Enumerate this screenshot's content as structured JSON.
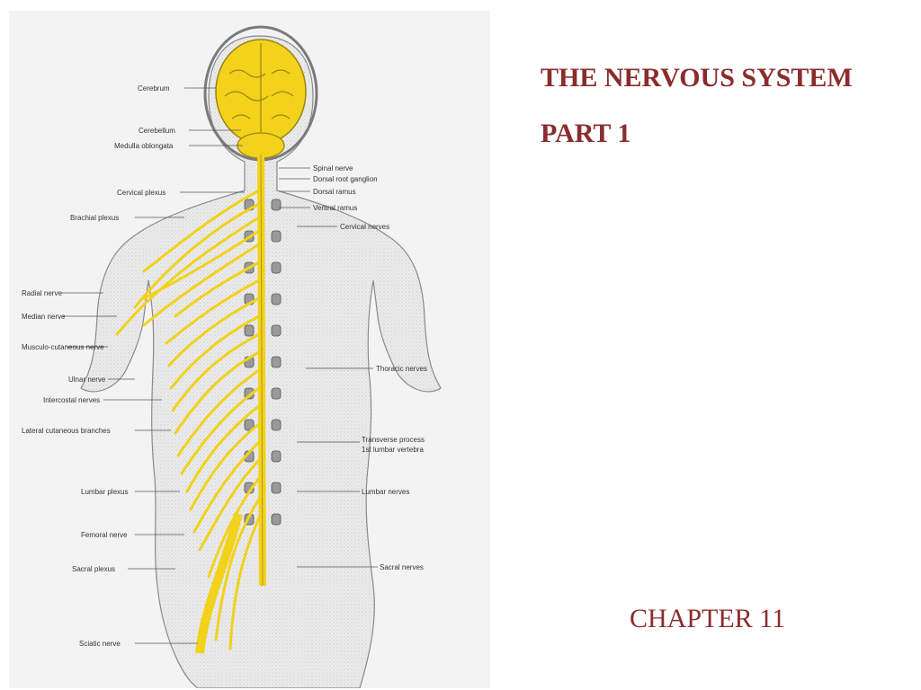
{
  "slide": {
    "title_line1": "THE NERVOUS SYSTEM",
    "title_line2": "PART 1",
    "chapter": "CHAPTER 11"
  },
  "figure": {
    "left_labels": [
      "Cerebrum",
      "Cerebellum",
      "Medulla oblongata",
      "Cervical plexus",
      "Brachial plexus",
      "Radial nerve",
      "Median nerve",
      "Musculo-cutaneous nerve",
      "Ulnar nerve",
      "Intercostal nerves",
      "Lateral cutaneous branches",
      "Lumbar plexus",
      "Femoral nerve",
      "Sacral plexus",
      "Sciatic nerve"
    ],
    "right_labels": [
      "Spinal nerve",
      "Dorsal root ganglion",
      "Dorsal ramus",
      "Ventral ramus",
      "Cervical nerves",
      "Thoracic nerves",
      "Transverse process",
      "1st lumbar vertebra",
      "Lumbar nerves",
      "Sacral nerves"
    ],
    "colors": {
      "nerve": "#f2d21b",
      "nerve_outline": "#b89a10",
      "body": "#e6e6e6",
      "title": "#8b2c2c"
    }
  }
}
